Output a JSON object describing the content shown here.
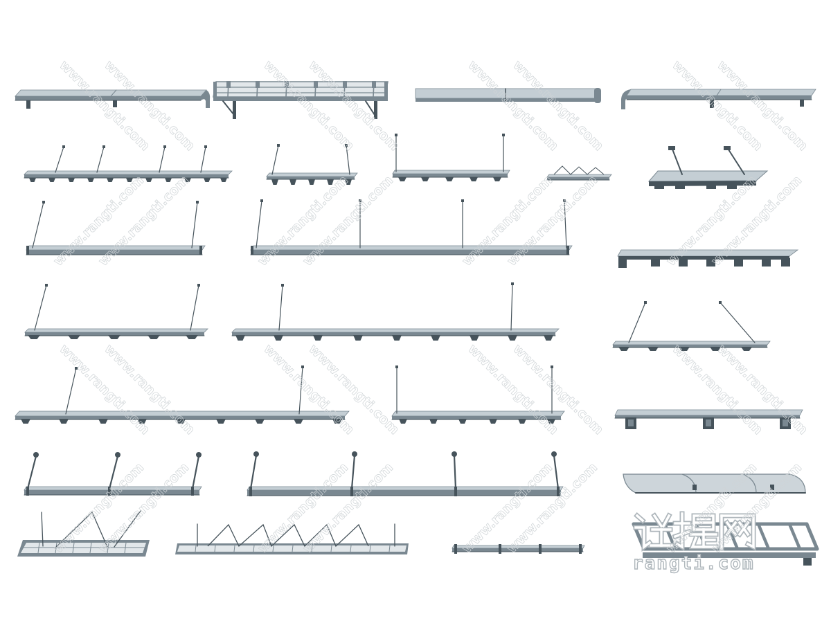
{
  "watermark": {
    "brand_cn": "让提网",
    "url": "www.rangti.com"
  },
  "logo": {
    "brand_cn": "让提网",
    "domain": "rangti.com"
  },
  "colors": {
    "background": "#ffffff",
    "steel": "#7a8891",
    "steel_dark": "#46535b",
    "glass": "#c4ced4",
    "glass_light": "#e2e7ea",
    "logo": "#aeb6bb",
    "watermark": "#cfd4d7"
  }
}
